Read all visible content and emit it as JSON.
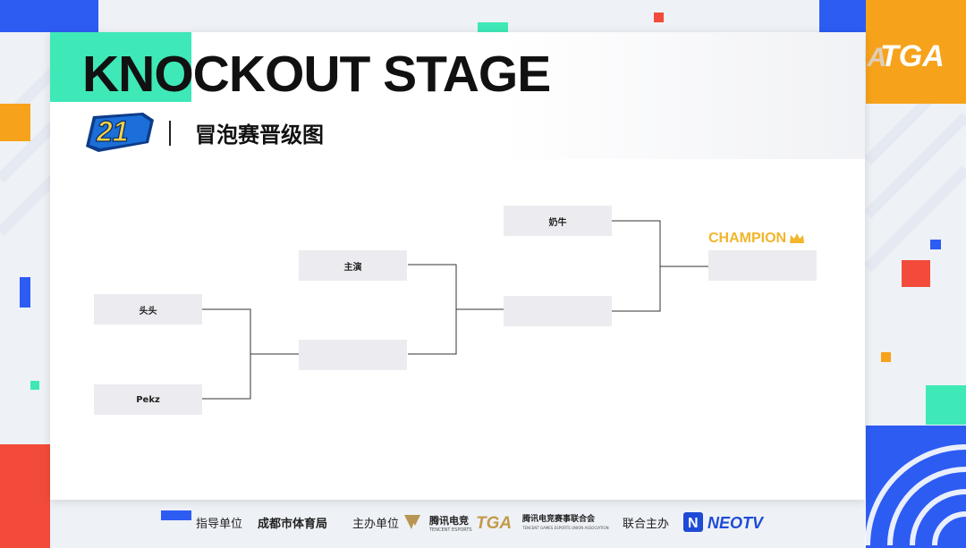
{
  "header": {
    "title": "KNOCKOUT STAGE",
    "subtitle": "冒泡赛晋级图",
    "logo_text": "21",
    "brand": "TGA"
  },
  "bracket": {
    "round1": [
      "头头",
      "Pekz"
    ],
    "round2": [
      "主演",
      ""
    ],
    "round3": [
      "奶牛",
      ""
    ],
    "champion_label": "CHAMPION",
    "champion": ""
  },
  "footer": {
    "guide_label": "指导单位",
    "guide_org": "成都市体育局",
    "host_label": "主办单位",
    "host_org": "腾讯电竞",
    "host_org_en": "TENCENT ESPORTS",
    "tga_org": "腾讯电竞赛事联合会",
    "tga_org_en": "TENCENT GAMES ESPORTS UNION ASSOCIATION",
    "co_host_label": "联合主办",
    "co_host_org": "NEOTV"
  },
  "colors": {
    "accent_green": "#3ee8b7",
    "accent_blue": "#2d5cf3",
    "accent_orange": "#f7a21b",
    "accent_red": "#f34b3b",
    "champion_gold": "#f3b52a"
  }
}
